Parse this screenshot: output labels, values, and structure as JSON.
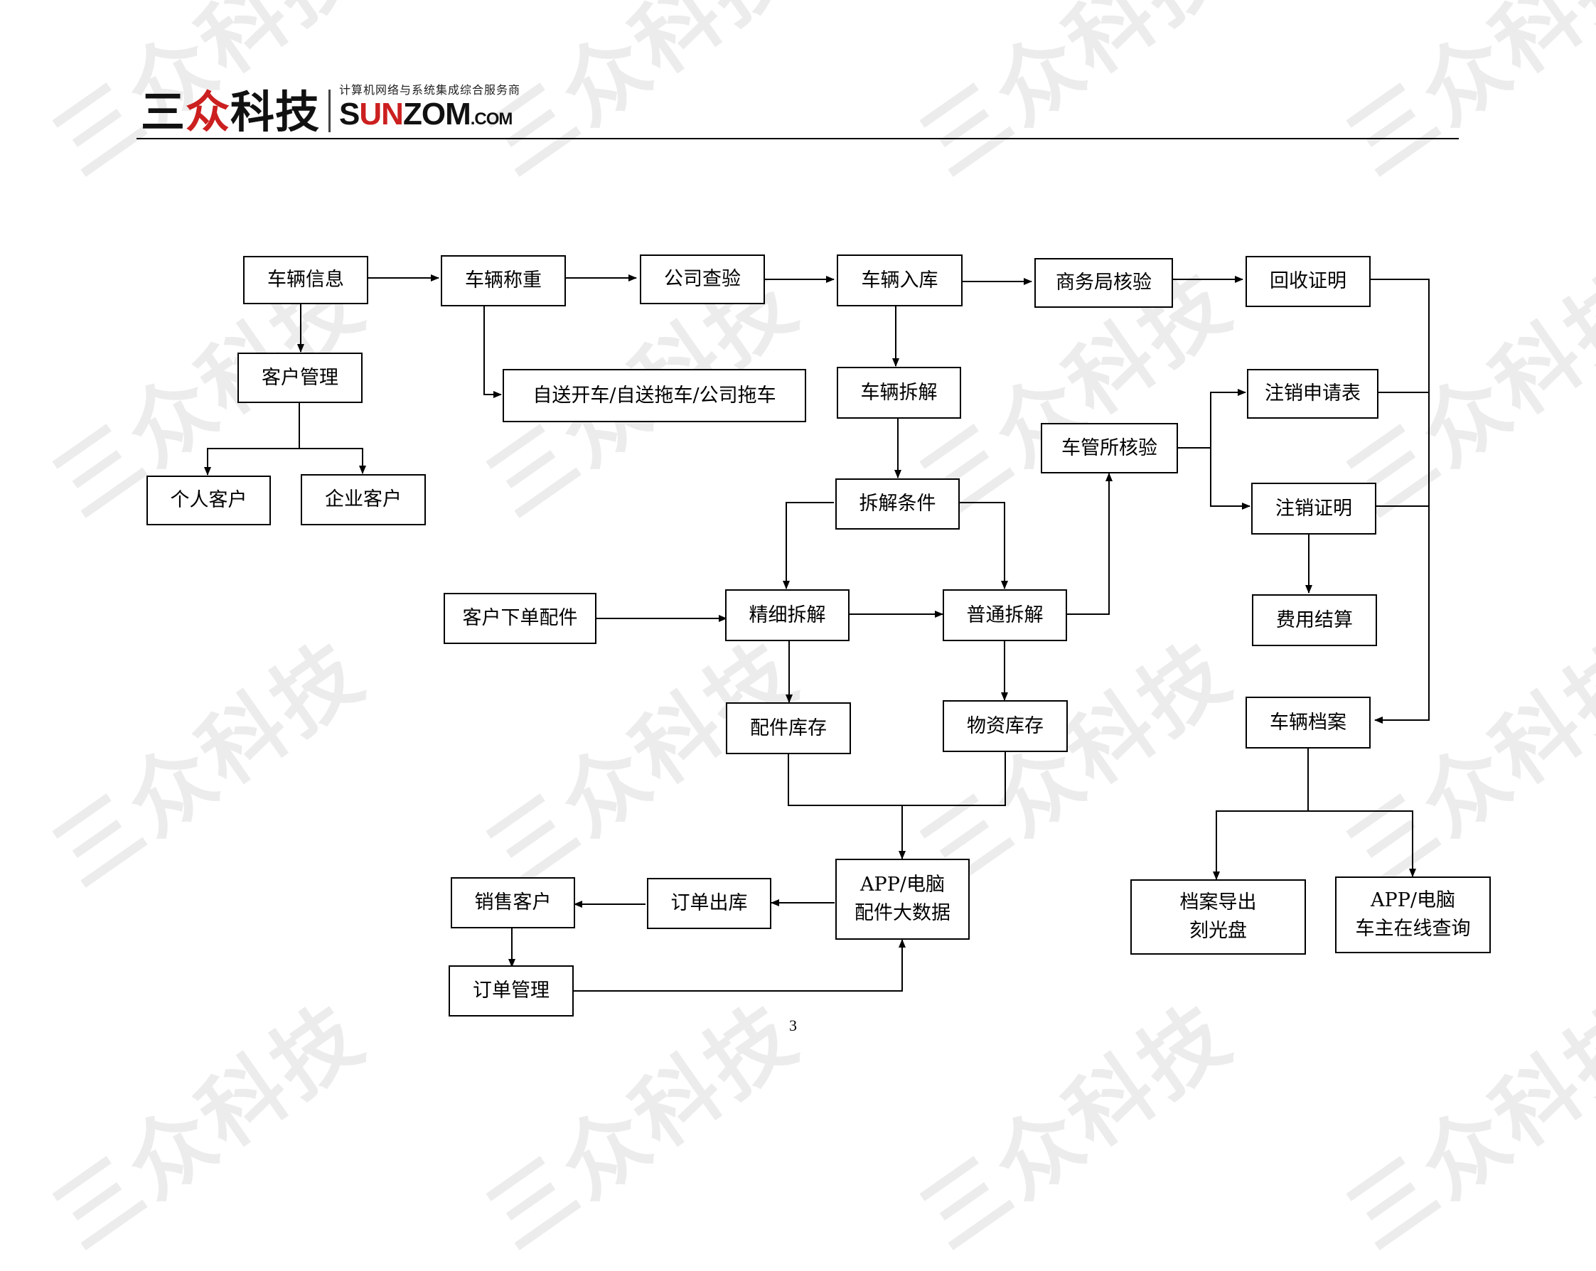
{
  "header": {
    "logo_cn_left": "三",
    "logo_cn_mid": "众",
    "logo_cn_right": "科技",
    "tagline": "计算机网络与系统集成综合服务商",
    "logo_en_black1": "S",
    "logo_en_red": "UN",
    "logo_en_black2": "ZOM",
    "logo_en_dom": ".COM",
    "brand_color": "#cc1f1f"
  },
  "watermark": "三众科技",
  "flow": {
    "vehicle_info": "车辆信息",
    "vehicle_weigh": "车辆称重",
    "company_inspect": "公司查验",
    "vehicle_storage": "车辆入库",
    "commerce_verify": "商务局核验",
    "recycle_cert": "回收证明",
    "customer_mgmt": "客户管理",
    "delivery_mode": "自送开车/自送拖车/公司拖车",
    "vehicle_dismantle": "车辆拆解",
    "personal_customer": "个人客户",
    "enterprise_customer": "企业客户",
    "dismantle_conditions": "拆解条件",
    "vehicle_admin_verify": "车管所核验",
    "cancel_application": "注销申请表",
    "cancel_cert": "注销证明",
    "customer_order_parts": "客户下单配件",
    "fine_dismantle": "精细拆解",
    "normal_dismantle": "普通拆解",
    "fee_settlement": "费用结算",
    "parts_stock": "配件库存",
    "material_stock": "物资库存",
    "vehicle_archive": "车辆档案",
    "app_pc_line1": "APP/电脑",
    "app_pc_line2": "配件大数据",
    "order_outbound": "订单出库",
    "sales_customer": "销售客户",
    "order_mgmt": "订单管理",
    "archive_export_line1": "档案导出",
    "archive_export_line2": "刻光盘",
    "owner_query_line1": "APP/电脑",
    "owner_query_line2": "车主在线查询"
  },
  "page_number": "3"
}
